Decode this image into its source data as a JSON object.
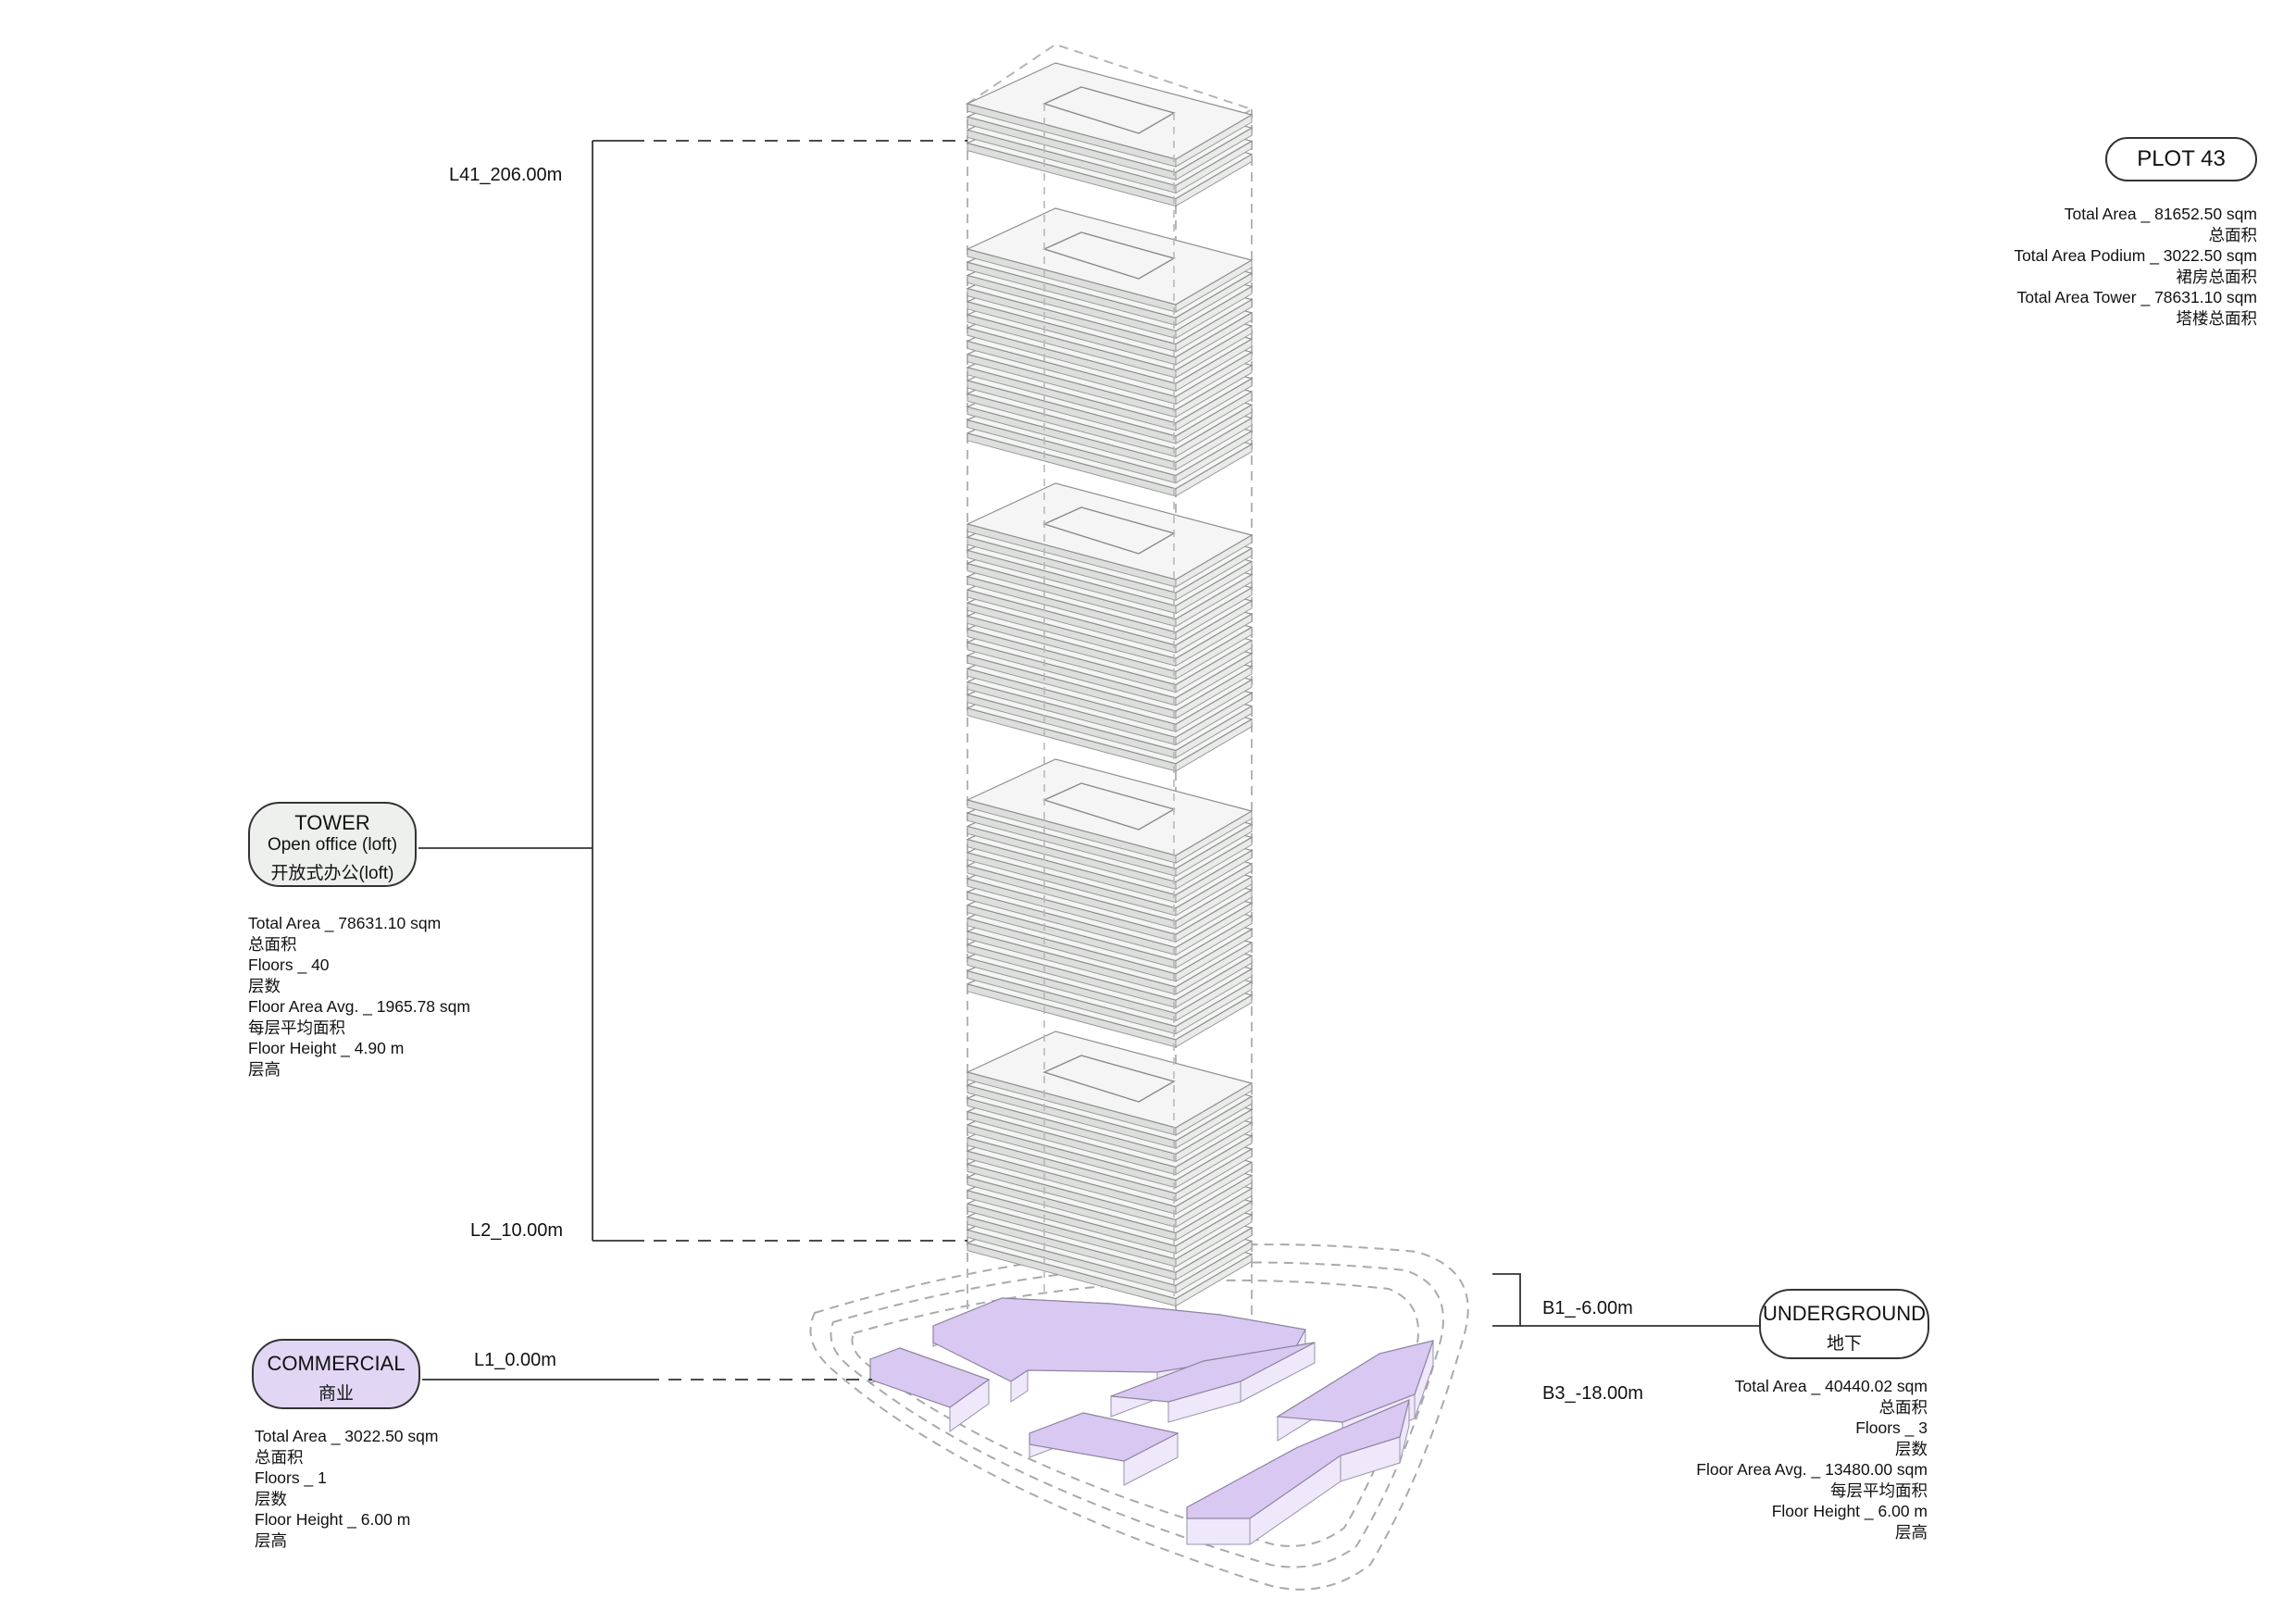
{
  "plot": {
    "title": "PLOT 43",
    "stats": [
      {
        "en": "Total Area _  81652.50 sqm",
        "zh": "总面积"
      },
      {
        "en": "Total Area Podium _ 3022.50 sqm",
        "zh": "裙房总面积"
      },
      {
        "en": "Total Area Tower _ 78631.10 sqm",
        "zh": "塔楼总面积"
      }
    ]
  },
  "levels": {
    "top": "L41_206.00m",
    "l2": "L2_10.00m",
    "l1": "L1_0.00m",
    "b1": "B1_-6.00m",
    "b3": "B3_-18.00m"
  },
  "tower": {
    "title": "TOWER",
    "subtitle": "Open office (loft)",
    "subtitle_zh": "开放式办公(loft)",
    "color": "#eef0ee",
    "stats": [
      {
        "en": "Total Area _ 78631.10 sqm",
        "zh": "总面积"
      },
      {
        "en": "Floors _ 40",
        "zh": "层数"
      },
      {
        "en": "Floor Area Avg. _ 1965.78 sqm",
        "zh": "每层平均面积"
      },
      {
        "en": "Floor Height _ 4.90 m",
        "zh": "层高"
      }
    ]
  },
  "commercial": {
    "title": "COMMERCIAL",
    "subtitle_zh": "商业",
    "color": "#e2d6f5",
    "stats": [
      {
        "en": "Total Area _ 3022.50 sqm",
        "zh": "总面积"
      },
      {
        "en": "Floors _ 1",
        "zh": "层数"
      },
      {
        "en": "Floor Height _ 6.00 m",
        "zh": "层高"
      }
    ]
  },
  "underground": {
    "title": "UNDERGROUND",
    "subtitle_zh": "地下",
    "color": "#ffffff",
    "stats": [
      {
        "en": "Total Area _ 40440.02 sqm",
        "zh": "总面积"
      },
      {
        "en": "Floors _ 3",
        "zh": "层数"
      },
      {
        "en": "Floor Area Avg. _ 13480.00 sqm",
        "zh": "每层平均面积"
      },
      {
        "en": "Floor Height _ 6.00 m",
        "zh": "层高"
      }
    ]
  },
  "colors": {
    "slab_top": "#f4f5f4",
    "slab_edge": "#dcdfdc",
    "podium_fill": "#d9c8f2",
    "podium_side": "#efe8fb"
  }
}
